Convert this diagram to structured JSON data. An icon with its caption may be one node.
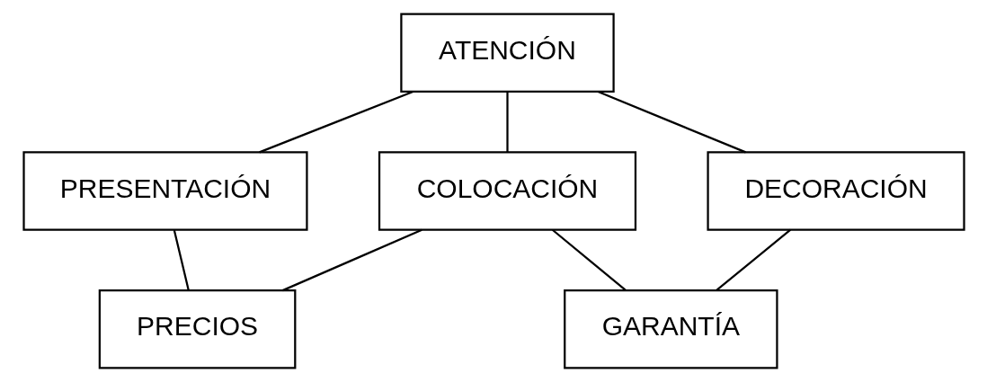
{
  "diagram": {
    "nodes": [
      {
        "text": [
          "ATENCIÓN"
        ]
      },
      {
        "text": [
          "PRESENTACIÓN"
        ]
      },
      {
        "text": [
          "COLOCACIÓN"
        ]
      },
      {
        "text": [
          "DECORACIÓN"
        ]
      },
      {
        "text": [
          "PRECIOS"
        ]
      },
      {
        "text": [
          "GARANTÍA"
        ]
      }
    ],
    "edges": [
      {
        "from": 0,
        "to": 1,
        "arrow": "none"
      },
      {
        "from": 0,
        "to": 2,
        "arrow": "none"
      },
      {
        "from": 0,
        "to": 3,
        "arrow": "none"
      },
      {
        "from": 1,
        "to": 4,
        "arrow": "none"
      },
      {
        "from": 3,
        "to": 5,
        "arrow": "none"
      },
      {
        "from": 2,
        "to": 4,
        "arrow": "none"
      },
      {
        "from": 2,
        "to": 5,
        "arrow": "none"
      }
    ]
  }
}
